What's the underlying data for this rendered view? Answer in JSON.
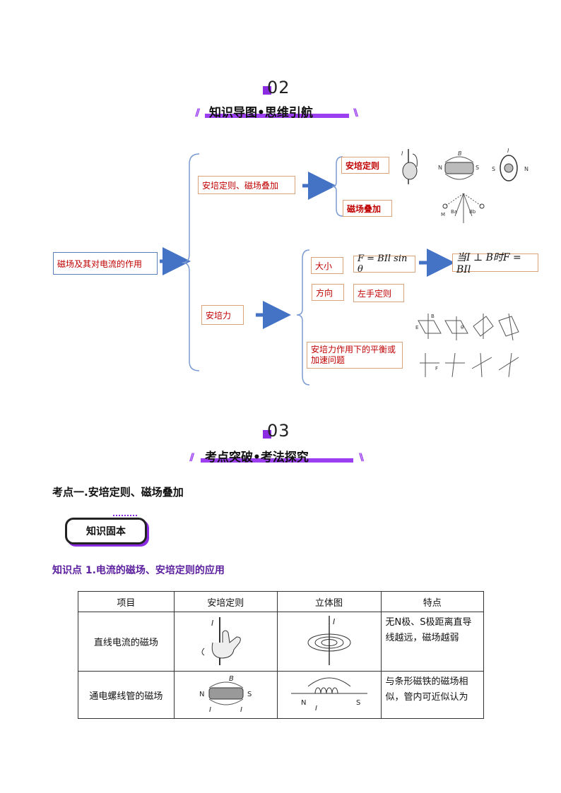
{
  "section2": {
    "num": "02",
    "title": "知识导图•思维引航"
  },
  "mindmap": {
    "root": "磁场及其对电流的作用",
    "branch1": "安培定则、磁场叠加",
    "branch1_children": [
      "安培定则",
      "磁场叠加"
    ],
    "branch2": "安培力",
    "size_label": "大小",
    "size_formula": "F = BIl sin θ",
    "size_special": "当I ⊥ B时F = BIl",
    "dir_label": "方向",
    "dir_rule": "左手定则",
    "balance": "安培力作用下的平衡或加速问题",
    "fig_labels": {
      "I": "I",
      "B": "B",
      "N": "N",
      "S": "S",
      "M": "M",
      "Ba": "Ba",
      "Bb": "Bb",
      "E": "E",
      "F": "F",
      "theta": "θ"
    }
  },
  "section3": {
    "num": "03",
    "title": "考点突破•考法探究"
  },
  "kaodian1": "考点一.安培定则、磁场叠加",
  "badge": "知识固本",
  "zhishidian1": "知识点 1.电流的磁场、安培定则的应用",
  "table": {
    "headers": [
      "项目",
      "安培定则",
      "立体图",
      "特点"
    ],
    "rows": [
      {
        "item": "直线电流的磁场",
        "feature": "无N极、S极距离直导线越远，磁场越弱"
      },
      {
        "item": "通电螺线管的磁场",
        "feature": "与条形磁铁的磁场相似，管内可近似认为"
      }
    ]
  },
  "colors": {
    "accent": "#8b2be2",
    "box_text": "#c00000",
    "arrow": "#4472c4"
  }
}
